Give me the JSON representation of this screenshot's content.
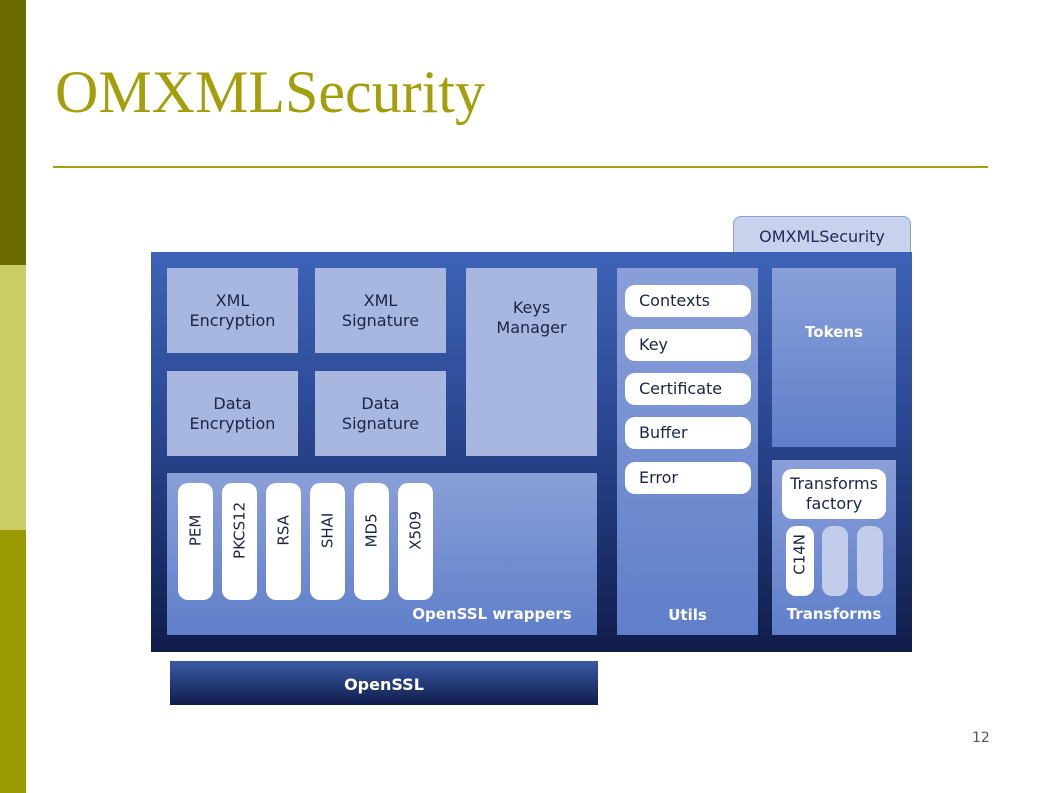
{
  "slide": {
    "title": "OMXMLSecurity",
    "page_number": "12"
  },
  "diagram": {
    "tab_label": "OMXMLSecurity",
    "xml_encryption": "XML\nEncryption",
    "xml_signature": "XML\nSignature",
    "data_encryption": "Data\nEncryption",
    "data_signature": "Data\nSignature",
    "keys_manager": "Keys\nManager",
    "openssl_wrappers": {
      "label": "OpenSSL wrappers",
      "items": [
        "PEM",
        "PKCS12",
        "RSA",
        "SHAI",
        "MD5",
        "X509"
      ]
    },
    "utils": {
      "label": "Utils",
      "items": [
        "Contexts",
        "Key",
        "Certificate",
        "Buffer",
        "Error"
      ]
    },
    "tokens": "Tokens",
    "transforms": {
      "label": "Transforms",
      "factory": "Transforms\nfactory",
      "items": [
        "C14N"
      ]
    },
    "openssl": "OpenSSL"
  }
}
